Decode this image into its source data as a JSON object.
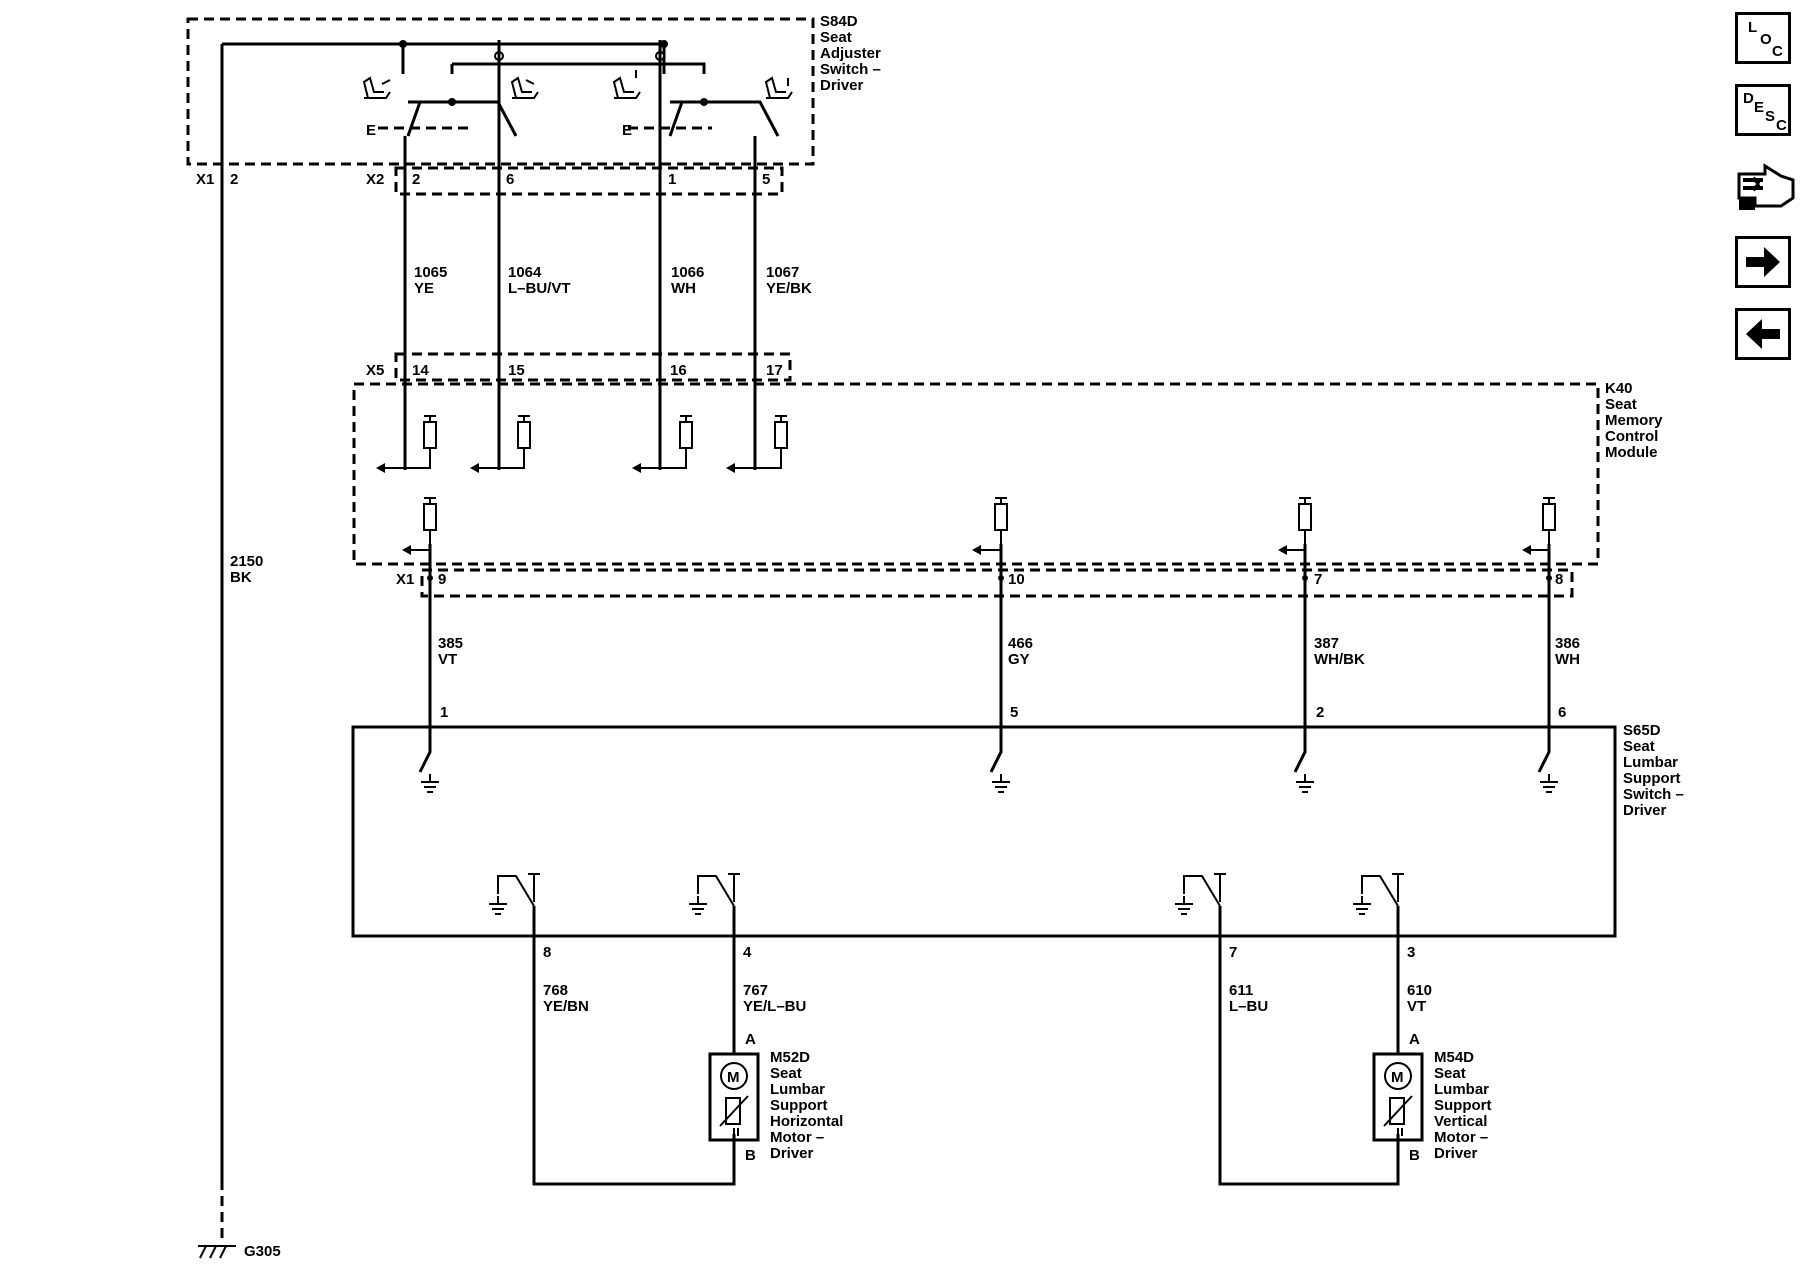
{
  "components": {
    "s84d": [
      "S84D",
      "Seat",
      "Adjuster",
      "Switch –",
      "Driver"
    ],
    "k40": [
      "K40",
      "Seat",
      "Memory",
      "Control",
      "Module"
    ],
    "s65d": [
      "S65D",
      "Seat",
      "Lumbar",
      "Support",
      "Switch –",
      "Driver"
    ],
    "m52d": [
      "M52D",
      "Seat",
      "Lumbar",
      "Support",
      "Horizontal",
      "Motor –",
      "Driver"
    ],
    "m54d": [
      "M54D",
      "Seat",
      "Lumbar",
      "Support",
      "Vertical",
      "Motor –",
      "Driver"
    ],
    "ground": "G305"
  },
  "connectors": {
    "x1_top": "X1",
    "x2": "X2",
    "x5": "X5",
    "x1_k40": "X1"
  },
  "pins": {
    "x1_top": "2",
    "x2": [
      "2",
      "6",
      "1",
      "5"
    ],
    "x5": [
      "14",
      "15",
      "16",
      "17"
    ],
    "k40_x1": [
      "9",
      "10",
      "7",
      "8"
    ],
    "s65d_top": [
      "1",
      "5",
      "2",
      "6"
    ],
    "s65d_bottom": [
      "8",
      "4",
      "7",
      "3"
    ],
    "motor_a": "A",
    "motor_b": "B",
    "motor_symbol": "M"
  },
  "wires": {
    "ground_wire": {
      "circuit": "2150",
      "color": "BK"
    },
    "adjuster": [
      {
        "circuit": "1065",
        "color": "YE"
      },
      {
        "circuit": "1064",
        "color": "L–BU/VT"
      },
      {
        "circuit": "1066",
        "color": "WH"
      },
      {
        "circuit": "1067",
        "color": "YE/BK"
      }
    ],
    "lumbar_switch": [
      {
        "circuit": "385",
        "color": "VT"
      },
      {
        "circuit": "466",
        "color": "GY"
      },
      {
        "circuit": "387",
        "color": "WH/BK"
      },
      {
        "circuit": "386",
        "color": "WH"
      }
    ],
    "motor": [
      {
        "circuit": "768",
        "color": "YE/BN"
      },
      {
        "circuit": "767",
        "color": "YE/L–BU"
      },
      {
        "circuit": "611",
        "color": "L–BU"
      },
      {
        "circuit": "610",
        "color": "VT"
      }
    ]
  },
  "nav": {
    "loc": {
      "l1": "L",
      "l2": "O",
      "l3": "C"
    },
    "desc": {
      "l1": "D",
      "l2": "E",
      "l3": "S",
      "l4": "C"
    },
    "icons": [
      "connector-end-view-icon",
      "arrow-right-icon",
      "arrow-left-icon"
    ]
  }
}
